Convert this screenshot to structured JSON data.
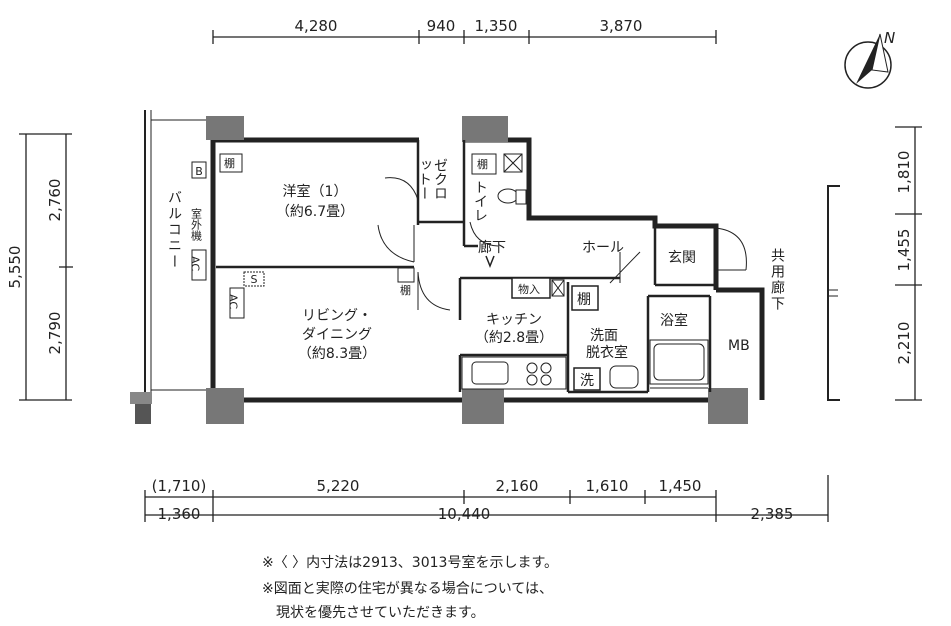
{
  "dims_top": [
    "4,280",
    "940",
    "1,350",
    "3,870"
  ],
  "dims_bottom_1": [
    "(1,710)",
    "5,220",
    "2,160",
    "1,610",
    "1,450"
  ],
  "dims_bottom_2": [
    "1,360",
    "10,440",
    "2,385"
  ],
  "dims_left_outer": "5,550",
  "dims_left_inner": [
    "2,760",
    "2,790"
  ],
  "dims_right": [
    "1,810",
    "1,455",
    "2,210"
  ],
  "compass": "N",
  "rooms": {
    "western_room_name": "洋室（1）",
    "western_room_size": "（約6.7畳）",
    "living_line1": "リビング・",
    "living_line2": "ダイニング",
    "living_size": "（約8.3畳）",
    "kitchen_name": "キッチン",
    "kitchen_size": "（約2.8畳）",
    "closet": "ゼクロ",
    "closet2": "ットー",
    "toilet": "トイレ",
    "corridor": "廊下",
    "hall": "ホール",
    "entrance": "玄関",
    "washroom1": "洗面",
    "washroom2": "脱衣室",
    "bath": "浴室",
    "mb": "MB",
    "shared_corridor": "共用廊下",
    "balcony": "バルコニー",
    "outdoor_unit": "室外機"
  },
  "labels": {
    "tana": "棚",
    "storage": "物入",
    "wash": "洗",
    "b": "B",
    "ac": "AC",
    "s": "S"
  },
  "notes": [
    "※〈 〉内寸法は2913、3013号室を示します。",
    "※図面と実際の住宅が異なる場合については、",
    "　現状を優先させていただきます。"
  ]
}
